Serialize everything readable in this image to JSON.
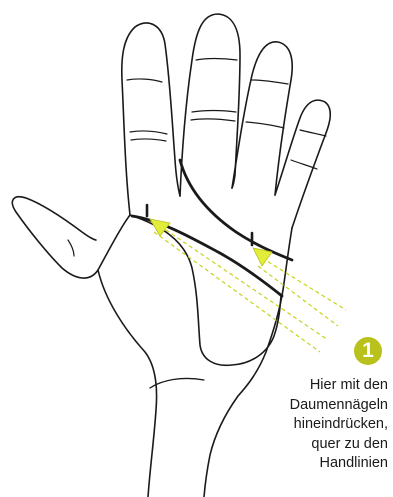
{
  "callout": {
    "number": "1",
    "lines": [
      "Hier mit den",
      "Daumennägeln",
      "hineindrücken,",
      "quer zu den",
      "Handlinien"
    ]
  },
  "colors": {
    "outline": "#1a1a1a",
    "accent": "#b9c21c",
    "arrow": "#e2ec3a",
    "guide": "#c9d21e"
  },
  "icons": [
    "hand-outline-drawing",
    "thumbnail-press-arrow",
    "step-number-badge"
  ]
}
